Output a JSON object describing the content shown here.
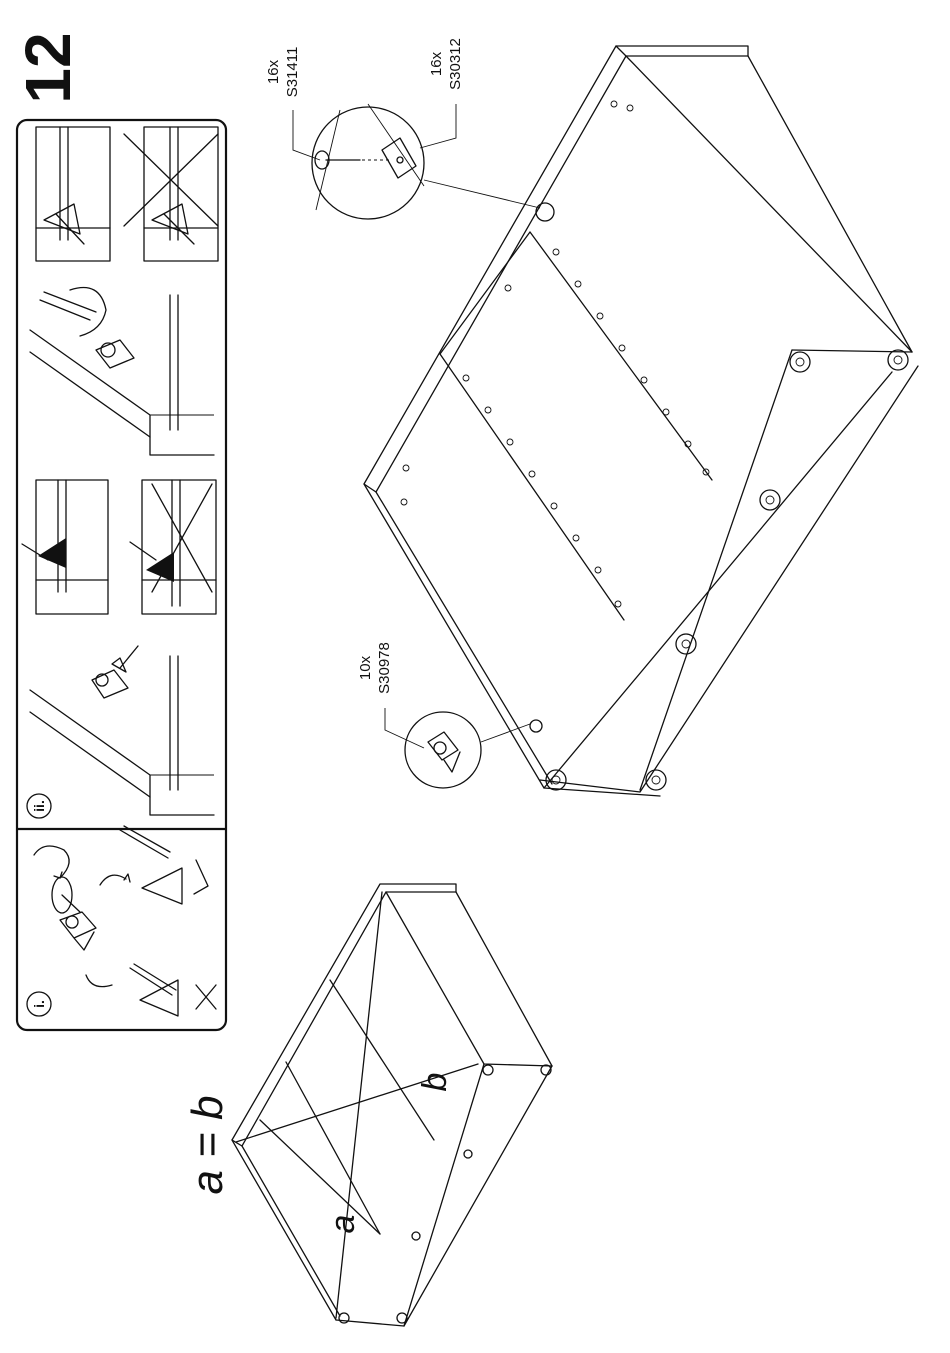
{
  "step": {
    "number": "12"
  },
  "panel": {
    "sub_i": "i.",
    "sub_ii": "ii."
  },
  "parts": [
    {
      "qty": "16x",
      "code": "S31411"
    },
    {
      "qty": "16x",
      "code": "S30312"
    },
    {
      "qty": "10x",
      "code": "S30978"
    }
  ],
  "diagonal": {
    "equation": "a = b",
    "label_a": "a",
    "label_b": "b"
  }
}
